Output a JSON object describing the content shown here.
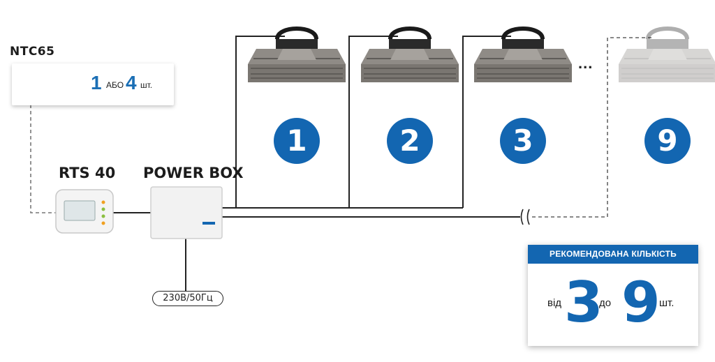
{
  "ntc": {
    "title": "NTC65",
    "count_a": "1",
    "or": "АБО",
    "count_b": "4",
    "unit": "шт."
  },
  "rts": {
    "title": "RTS 40"
  },
  "power_box": {
    "title": "POWER BOX"
  },
  "power_supply": {
    "label": "230В/50Гц"
  },
  "heaters": [
    {
      "number": "1"
    },
    {
      "number": "2"
    },
    {
      "number": "3"
    },
    {
      "number": "9"
    }
  ],
  "ellipsis": "...",
  "recommendation": {
    "header": "РЕКОМЕНДОВАНА КІЛЬКІСТЬ",
    "from": "від",
    "min": "3",
    "to": "до",
    "max": "9",
    "unit": "шт."
  },
  "colors": {
    "accent": "#1366b1",
    "heater_body": "#8a8782",
    "line": "#222222",
    "dashed": "#777777"
  }
}
